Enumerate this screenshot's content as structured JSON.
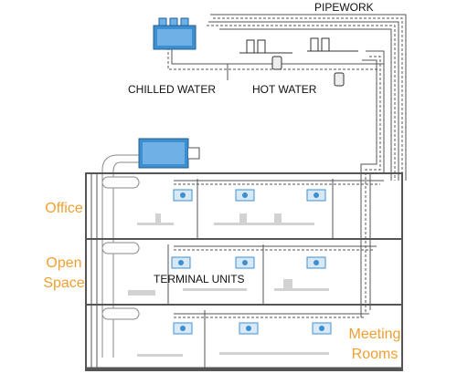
{
  "labels": {
    "pipework": "PIPEWORK",
    "chilled_water": "CHILLED WATER",
    "hot_water": "HOT WATER",
    "terminal_units": "TERMINAL UNITS"
  },
  "zones": {
    "office": "Office",
    "open_space_line1": "Open",
    "open_space_line2": "Space",
    "meeting_line1": "Meeting",
    "meeting_line2": "Rooms"
  },
  "colors": {
    "outline": "#555555",
    "unit_blue": "#3d8fd0",
    "unit_light": "#d7e9f6",
    "furniture": "#d2d2d2",
    "zone_label": "#f0a030"
  }
}
